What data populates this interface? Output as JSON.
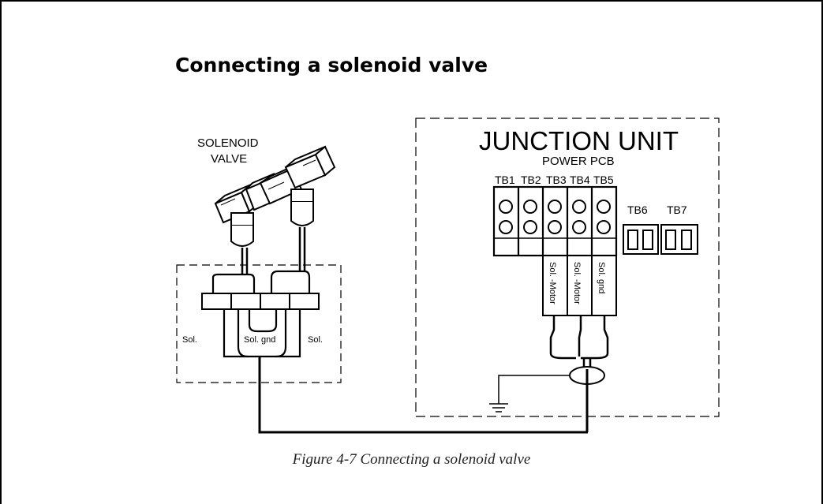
{
  "heading": "Connecting a solenoid valve",
  "caption": "Figure 4-7   Connecting a solenoid valve",
  "solenoid": {
    "label_line1": "SOLENOID",
    "label_line2": "VALVE",
    "term_left": "Sol.",
    "term_mid": "Sol. gnd",
    "term_right": "Sol."
  },
  "junction": {
    "title": "JUNCTION UNIT",
    "subtitle": "POWER PCB",
    "tb_labels": [
      "TB1",
      "TB2",
      "TB3",
      "TB4",
      "TB5"
    ],
    "tb6": "TB6",
    "tb7": "TB7",
    "wire_labels": [
      "Sol. -Motor",
      "Sol. -Motor",
      "Sol. gnd"
    ]
  }
}
